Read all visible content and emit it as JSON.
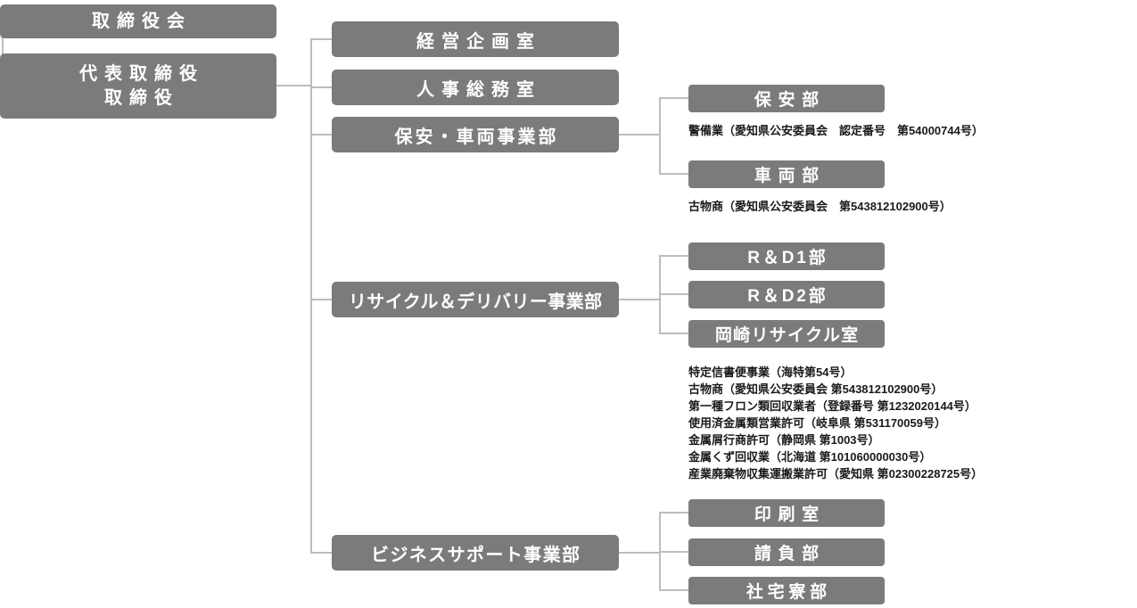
{
  "org": {
    "board": {
      "label": "取締役会"
    },
    "director": {
      "line1": "代表取締役",
      "line2": "取締役"
    },
    "divisions": [
      {
        "label": "経営企画室"
      },
      {
        "label": "人事総務室"
      },
      {
        "label": "保安・車両事業部"
      },
      {
        "label": "リサイクル＆デリバリー事業部"
      },
      {
        "label": "ビジネスサポート事業部"
      }
    ],
    "security_group": {
      "departments": [
        {
          "label": "保安部",
          "note": "警備業（愛知県公安委員会　認定番号　第54000744号）"
        },
        {
          "label": "車両部",
          "note": "古物商（愛知県公安委員会　第543812102900号）"
        }
      ]
    },
    "recycle_group": {
      "departments": [
        {
          "label": "R＆D1部"
        },
        {
          "label": "R＆D2部"
        },
        {
          "label": "岡崎リサイクル室"
        }
      ],
      "licenses": [
        "特定信書便事業（海特第54号）",
        "古物商（愛知県公安委員会 第543812102900号）",
        "第一種フロン類回収業者（登録番号 第1232020144号）",
        "使用済金属類営業許可（岐阜県 第531170059号）",
        "金属屑行商許可（静岡県 第1003号）",
        "金属くず回収業（北海道 第101060000030号）",
        "産業廃棄物収集運搬業許可（愛知県 第02300228725号）"
      ]
    },
    "business_group": {
      "departments": [
        {
          "label": "印刷室"
        },
        {
          "label": "請負部"
        },
        {
          "label": "社宅寮部"
        }
      ]
    },
    "colors": {
      "box": "#7b7b7b",
      "line": "#bdbdbd",
      "box_text": "#ffffff",
      "note_text": "#1a1a1a"
    }
  }
}
